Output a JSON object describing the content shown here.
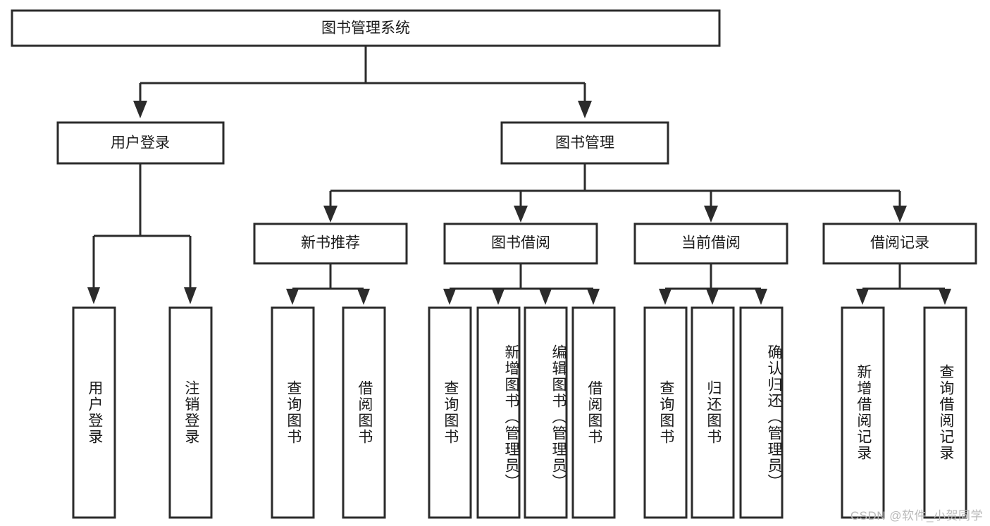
{
  "diagram": {
    "title": "图书管理系统",
    "type": "tree",
    "watermark": "CSDN @软件_小贺同学",
    "colors": {
      "stroke": "#2b2b2b",
      "fill": "#ffffff",
      "text": "#1a1a1a",
      "watermark": "#b9b9b9",
      "background": "#ffffff"
    },
    "root": {
      "label": "图书管理系统"
    },
    "level2": [
      {
        "id": "user-login",
        "label": "用户登录"
      },
      {
        "id": "book-management",
        "label": "图书管理"
      }
    ],
    "level3": [
      {
        "id": "new-book-recommend",
        "label": "新书推荐",
        "parent": "book-management"
      },
      {
        "id": "book-borrow",
        "label": "图书借阅",
        "parent": "book-management"
      },
      {
        "id": "current-borrow",
        "label": "当前借阅",
        "parent": "book-management"
      },
      {
        "id": "borrow-record",
        "label": "借阅记录",
        "parent": "book-management"
      }
    ],
    "leaves": [
      {
        "id": "leaf-user-login",
        "label": "用户登录",
        "parent": "user-login"
      },
      {
        "id": "leaf-logout-login",
        "label": "注销登录",
        "parent": "user-login"
      },
      {
        "id": "leaf-query-book-1",
        "label": "查询图书",
        "parent": "new-book-recommend"
      },
      {
        "id": "leaf-borrow-book-1",
        "label": "借阅图书",
        "parent": "new-book-recommend"
      },
      {
        "id": "leaf-query-book-2",
        "label": "查询图书",
        "parent": "book-borrow"
      },
      {
        "id": "leaf-add-book",
        "label": "新增图书（管理员）",
        "parent": "book-borrow"
      },
      {
        "id": "leaf-edit-book",
        "label": "编辑图书（管理员）",
        "parent": "book-borrow"
      },
      {
        "id": "leaf-borrow-book-2",
        "label": "借阅图书",
        "parent": "book-borrow"
      },
      {
        "id": "leaf-query-book-3",
        "label": "查询图书",
        "parent": "current-borrow"
      },
      {
        "id": "leaf-return-book",
        "label": "归还图书",
        "parent": "current-borrow"
      },
      {
        "id": "leaf-confirm-return",
        "label": "确认归还（管理员）",
        "parent": "current-borrow"
      },
      {
        "id": "leaf-add-record",
        "label": "新增借阅记录",
        "parent": "borrow-record"
      },
      {
        "id": "leaf-query-record",
        "label": "查询借阅记录",
        "parent": "borrow-record"
      }
    ]
  }
}
